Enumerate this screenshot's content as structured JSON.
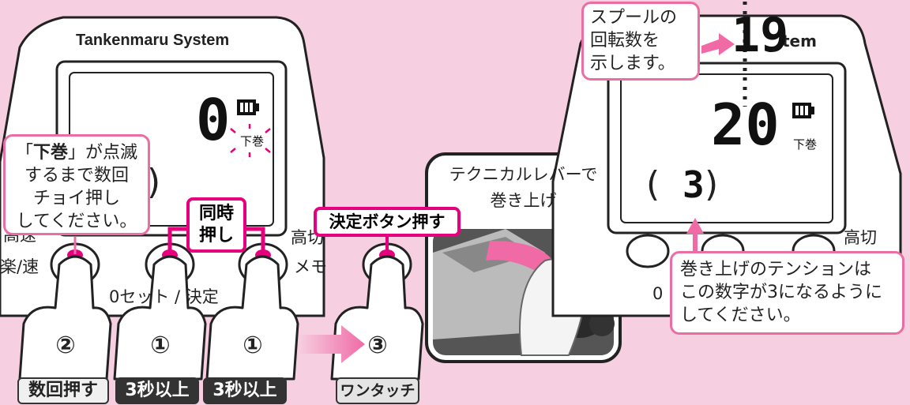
{
  "left_panel": {
    "brand": "Tankenmaru System",
    "display_digit": "0",
    "display_mode": "下巻",
    "paren": ")",
    "labels": {
      "top_left": "高速",
      "speed": "楽/速",
      "top_right": "高切",
      "memo": "メモ",
      "zero_set": "0セット / 決定"
    }
  },
  "note_blink": {
    "open": "「",
    "highlight": "下巻",
    "line1_rest": "」が点滅",
    "line2": "するまで数回",
    "line3": "チョイ押し",
    "line4": "してください。"
  },
  "same_time": {
    "line1": "同時",
    "line2": "押し"
  },
  "confirm_press": "決定ボタン押す",
  "lever_note": {
    "line1": "テクニカルレバーで",
    "line2": "巻き上げ"
  },
  "steps": [
    {
      "num": "②",
      "tag": "数回押す"
    },
    {
      "num": "①",
      "tag": "3秒以上"
    },
    {
      "num": "①",
      "tag": "3秒以上"
    },
    {
      "num": "③",
      "tag": "ワンタッチ"
    }
  ],
  "right_panel": {
    "brand_partial": "tem",
    "top_digits": "19",
    "main_digits": "20",
    "display_mode": "下巻",
    "tension_open": "(",
    "tension_value": "3",
    "tension_close": ")",
    "labels": {
      "top_right": "高切",
      "zero_partial": "0"
    }
  },
  "spool_note": {
    "line1": "スプールの",
    "line2": "回転数を",
    "line3": "示します。"
  },
  "tension_note": {
    "line1": "巻き上げのテンションは",
    "line2": "この数字が3になるように",
    "line3": "してください。"
  },
  "colors": {
    "background": "#f6cfe0",
    "accent": "#e7007e",
    "note_border": "#ea6ea4",
    "arrow": "#f06aa6"
  }
}
